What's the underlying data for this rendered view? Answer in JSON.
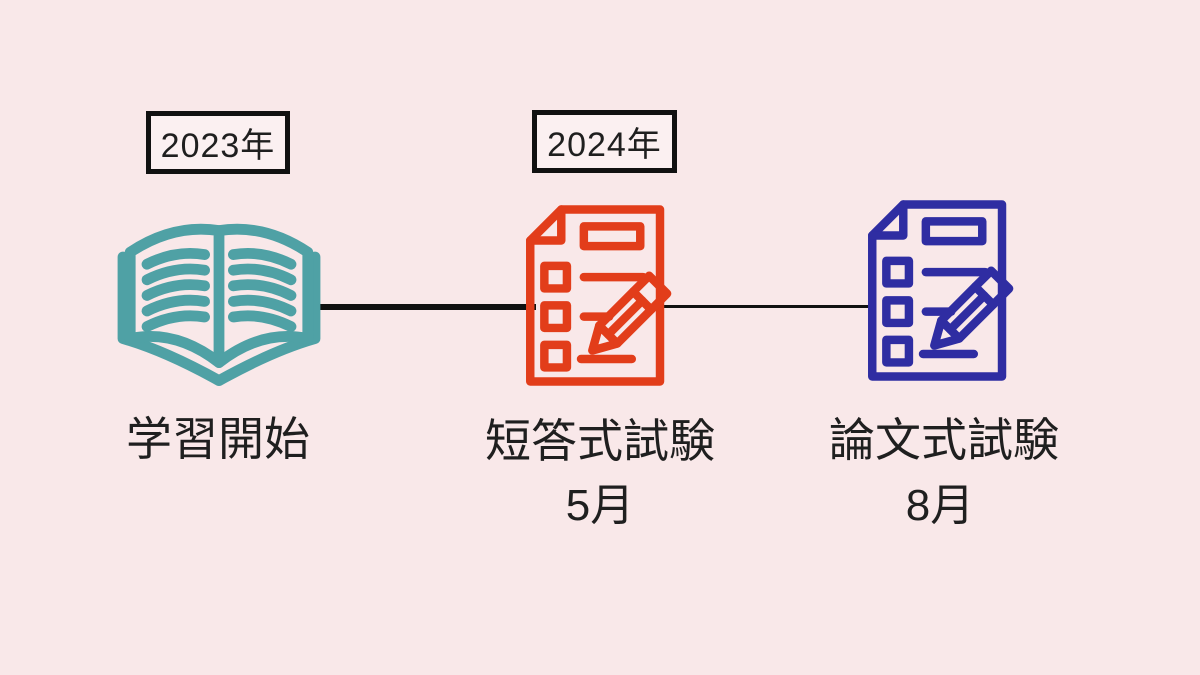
{
  "page": {
    "background": "#f9e8e9"
  },
  "diagram": {
    "type": "timeline",
    "text_color": "#1f1f1f",
    "connector_color": "#111111",
    "year_boxes": [
      {
        "label": "2023年",
        "border_color": "#111111",
        "fill": "#fbf0f1"
      },
      {
        "label": "2024年",
        "border_color": "#111111",
        "fill": "#fbf0f1"
      }
    ],
    "milestones": [
      {
        "label": "学習開始",
        "month": "",
        "icon": "open-book-icon",
        "color": "#4fa1a5"
      },
      {
        "label": "短答式試験",
        "month": "5月",
        "icon": "exam-checklist-pencil-icon",
        "color": "#e23d1a"
      },
      {
        "label": "論文式試験",
        "month": "8月",
        "icon": "exam-checklist-pencil-icon",
        "color": "#2f2da2"
      }
    ]
  }
}
